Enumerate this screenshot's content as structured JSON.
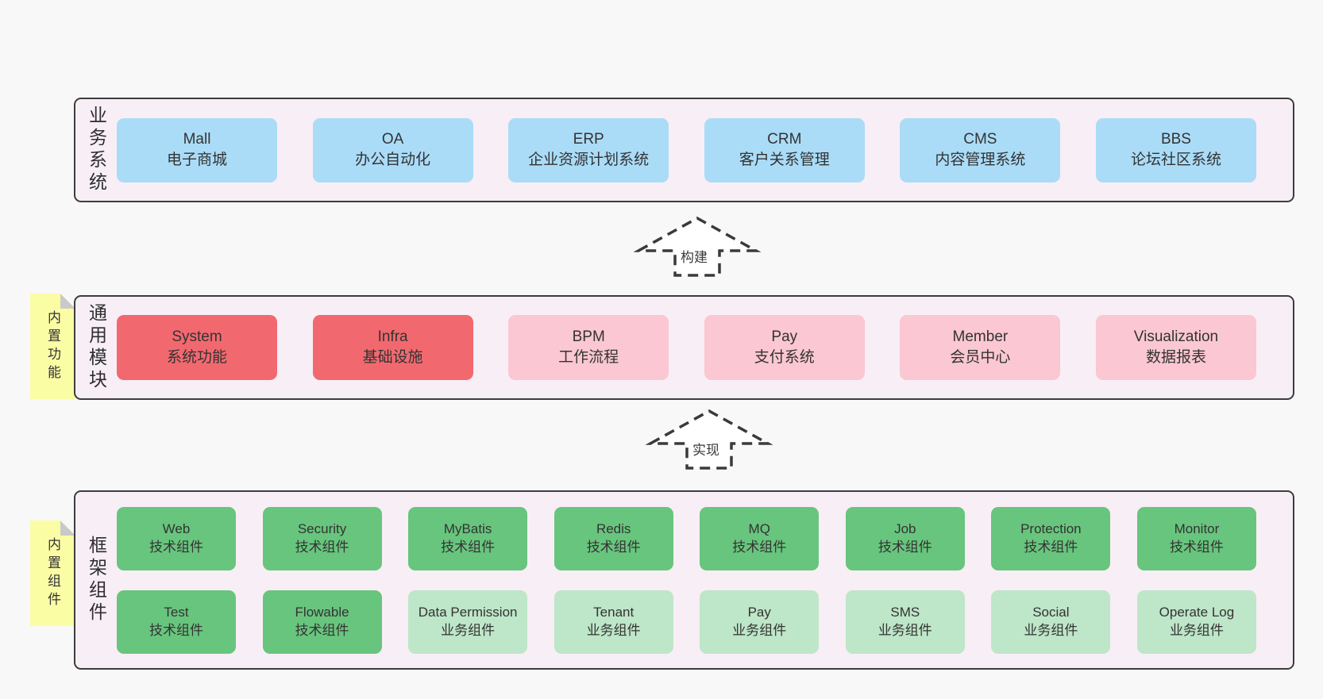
{
  "colors": {
    "background": "#f8f8f8",
    "layer_fill": "#f8eef6",
    "layer_border": "#3d3d3d",
    "blue": "#aadcf7",
    "red": "#f1696f",
    "pink": "#fac7d2",
    "green": "#68c57d",
    "light_green": "#bee6c8",
    "note_yellow": "#fbfda5",
    "note_fold_gray": "#c9c9c9",
    "text": "#333333"
  },
  "layers": {
    "business": {
      "label": "业务系统",
      "boxes": [
        {
          "name": "Mall",
          "desc": "电子商城"
        },
        {
          "name": "OA",
          "desc": "办公自动化"
        },
        {
          "name": "ERP",
          "desc": "企业资源计划系统"
        },
        {
          "name": "CRM",
          "desc": "客户关系管理"
        },
        {
          "name": "CMS",
          "desc": "内容管理系统"
        },
        {
          "name": "BBS",
          "desc": "论坛社区系统"
        }
      ]
    },
    "modules": {
      "label": "通用模块",
      "note": "内置功能",
      "boxes": [
        {
          "name": "System",
          "desc": "系统功能"
        },
        {
          "name": "Infra",
          "desc": "基础设施"
        },
        {
          "name": "BPM",
          "desc": "工作流程"
        },
        {
          "name": "Pay",
          "desc": "支付系统"
        },
        {
          "name": "Member",
          "desc": "会员中心"
        },
        {
          "name": "Visualization",
          "desc": "数据报表"
        }
      ]
    },
    "components": {
      "label": "框架组件",
      "note": "内置组件",
      "row1": [
        {
          "name": "Web",
          "desc": "技术组件"
        },
        {
          "name": "Security",
          "desc": "技术组件"
        },
        {
          "name": "MyBatis",
          "desc": "技术组件"
        },
        {
          "name": "Redis",
          "desc": "技术组件"
        },
        {
          "name": "MQ",
          "desc": "技术组件"
        },
        {
          "name": "Job",
          "desc": "技术组件"
        },
        {
          "name": "Protection",
          "desc": "技术组件"
        },
        {
          "name": "Monitor",
          "desc": "技术组件"
        }
      ],
      "row2": [
        {
          "name": "Test",
          "desc": "技术组件"
        },
        {
          "name": "Flowable",
          "desc": "技术组件"
        },
        {
          "name": "Data Permission",
          "desc": "业务组件"
        },
        {
          "name": "Tenant",
          "desc": "业务组件"
        },
        {
          "name": "Pay",
          "desc": "业务组件"
        },
        {
          "name": "SMS",
          "desc": "业务组件"
        },
        {
          "name": "Social",
          "desc": "业务组件"
        },
        {
          "name": "Operate Log",
          "desc": "业务组件"
        }
      ]
    }
  },
  "arrows": [
    {
      "label": "构建"
    },
    {
      "label": "实现"
    }
  ]
}
